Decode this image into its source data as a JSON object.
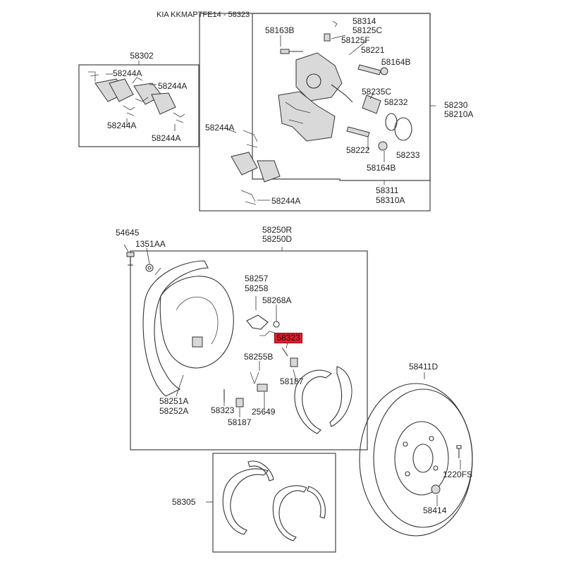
{
  "title": "KIA KKMAPTFE14 - 58323",
  "highlight": "58323",
  "labels": {
    "l58302": "58302",
    "l58244A_1": "58244A",
    "l58244A_2": "58244A",
    "l58244A_3": "58244A",
    "l58244A_4": "58244A",
    "l58244A_5": "58244A",
    "l58244A_6": "58244A",
    "l58163B": "58163B",
    "l58314": "58314",
    "l58125C": "58125C",
    "l58125F": "58125F",
    "l58221": "58221",
    "l58164B_1": "58164B",
    "l58235C": "58235C",
    "l58232": "58232",
    "l58230": "58230",
    "l58210A": "58210A",
    "l58222": "58222",
    "l58233": "58233",
    "l58164B_2": "58164B",
    "l58311": "58311",
    "l58310A": "58310A",
    "l54645": "54645",
    "l1351AA": "1351AA",
    "l58250R": "58250R",
    "l58250D": "58250D",
    "l58257": "58257",
    "l58258": "58258",
    "l58268A": "58268A",
    "l58255B": "58255B",
    "l58187_1": "58187",
    "l58251A": "58251A",
    "l58252A": "58252A",
    "l58323": "58323",
    "l25649": "25649",
    "l58187_2": "58187",
    "l58411D": "58411D",
    "l1220FS": "1220FS",
    "l58305": "58305",
    "l58414": "58414"
  }
}
